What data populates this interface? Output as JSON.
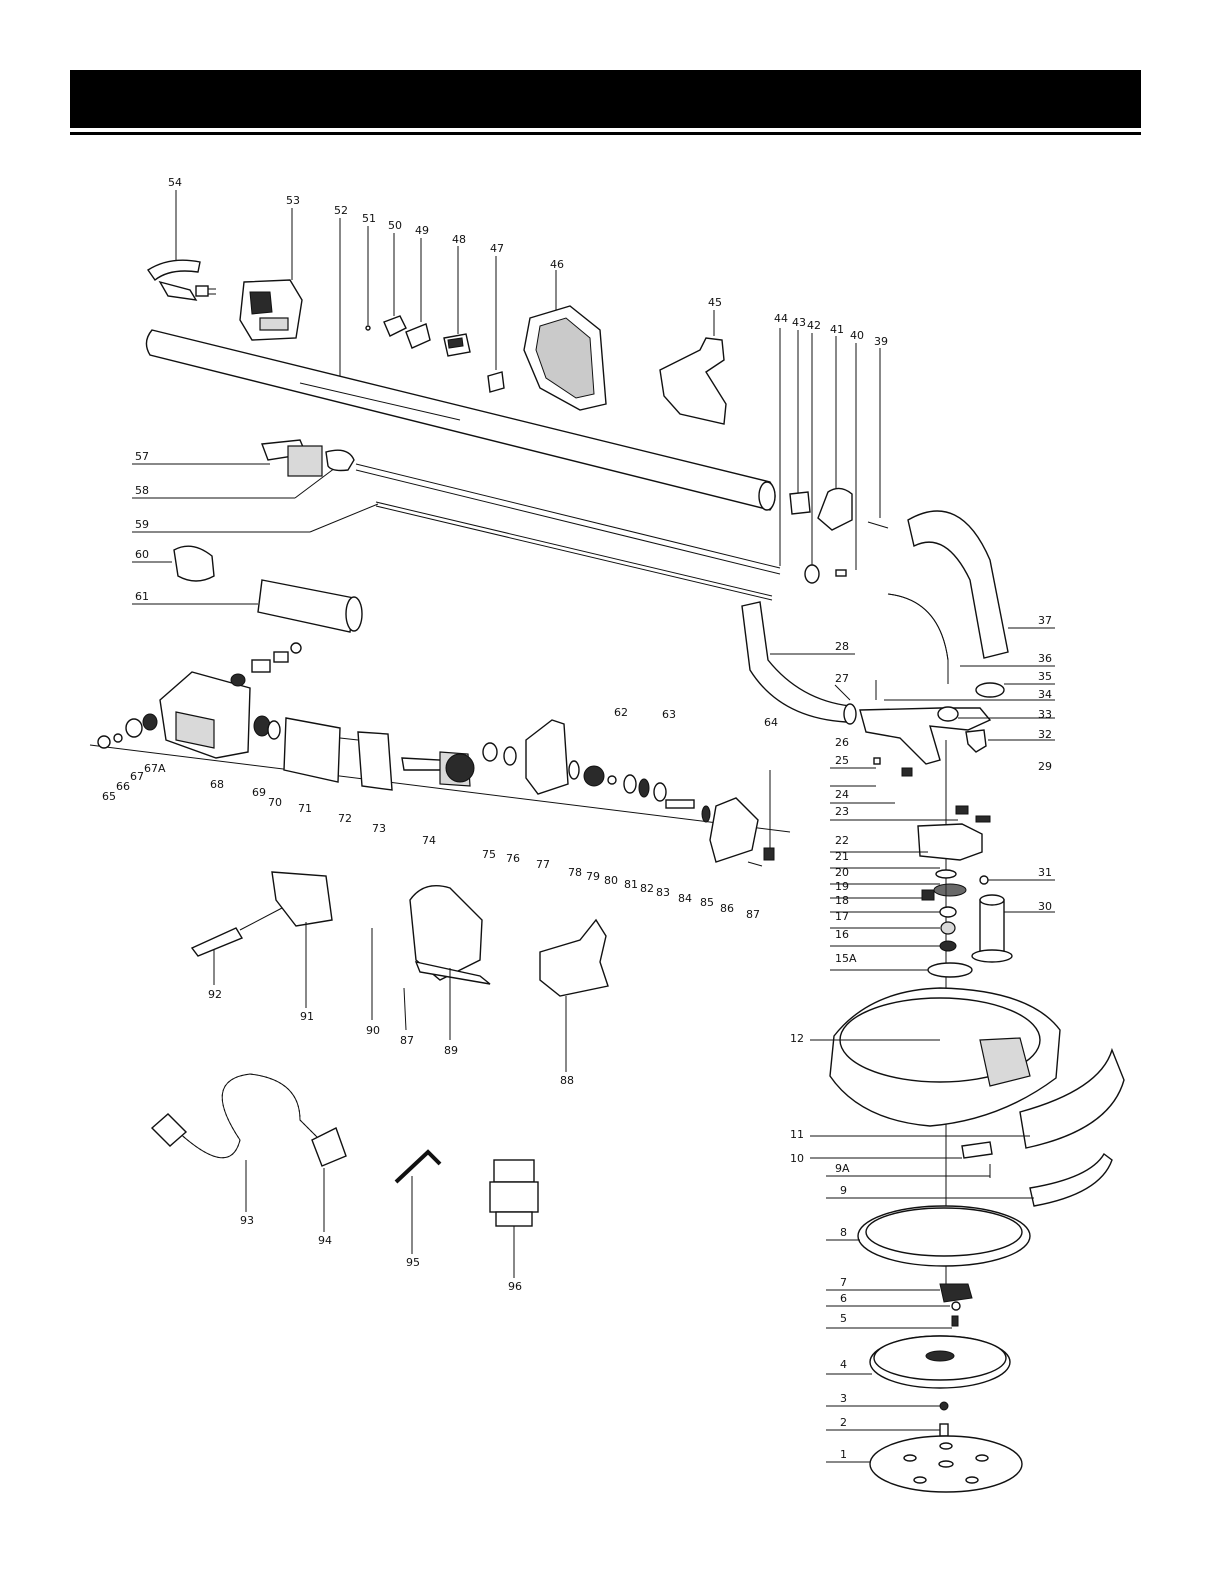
{
  "header": {
    "title": ""
  },
  "callouts_top": [
    "54",
    "53",
    "52",
    "51",
    "50",
    "49",
    "48",
    "47",
    "46",
    "45",
    "44",
    "43",
    "42",
    "41",
    "40",
    "39"
  ],
  "callouts_left": [
    "57",
    "58",
    "59",
    "60",
    "61"
  ],
  "callouts_right": [
    "37",
    "36",
    "35",
    "34",
    "33",
    "32",
    "29",
    "31",
    "30"
  ],
  "callouts_middle": [
    "28",
    "27",
    "26",
    "25",
    "24",
    "23",
    "22",
    "21",
    "20",
    "19",
    "18",
    "17",
    "16",
    "15A",
    "12",
    "11",
    "10",
    "9A",
    "9",
    "8",
    "7",
    "6",
    "5",
    "4",
    "3",
    "2",
    "1"
  ],
  "callouts_motor": [
    "65",
    "66",
    "67",
    "67A",
    "68",
    "69",
    "70",
    "71",
    "72",
    "73",
    "74",
    "75",
    "76",
    "77",
    "78",
    "79",
    "80",
    "81",
    "82",
    "83",
    "84",
    "85",
    "86",
    "87",
    "62",
    "63",
    "64"
  ],
  "callouts_lower": [
    "92",
    "91",
    "90",
    "87",
    "89",
    "88",
    "93",
    "94",
    "95",
    "96"
  ]
}
